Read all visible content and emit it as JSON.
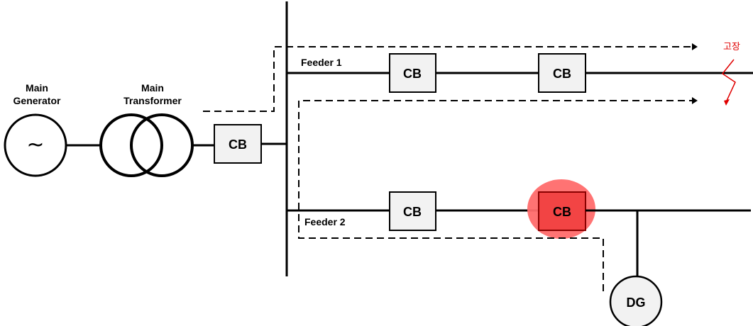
{
  "labels": {
    "main_generator_line1": "Main",
    "main_generator_line2": "Generator",
    "main_transformer_line1": "Main",
    "main_transformer_line2": "Transformer",
    "feeder1": "Feeder 1",
    "feeder2": "Feeder 2",
    "fault": "고장",
    "dg": "DG",
    "generator_symbol": "~"
  },
  "breakers": {
    "main": "CB",
    "feeder1_a": "CB",
    "feeder1_b": "CB",
    "feeder2_a": "CB",
    "feeder2_b": "CB"
  },
  "colors": {
    "line": "#000000",
    "breaker_fill": "#f2f2f2",
    "highlight_circle": "#ff6b6b",
    "highlight_box": "#f24444",
    "fault": "#e00000"
  }
}
